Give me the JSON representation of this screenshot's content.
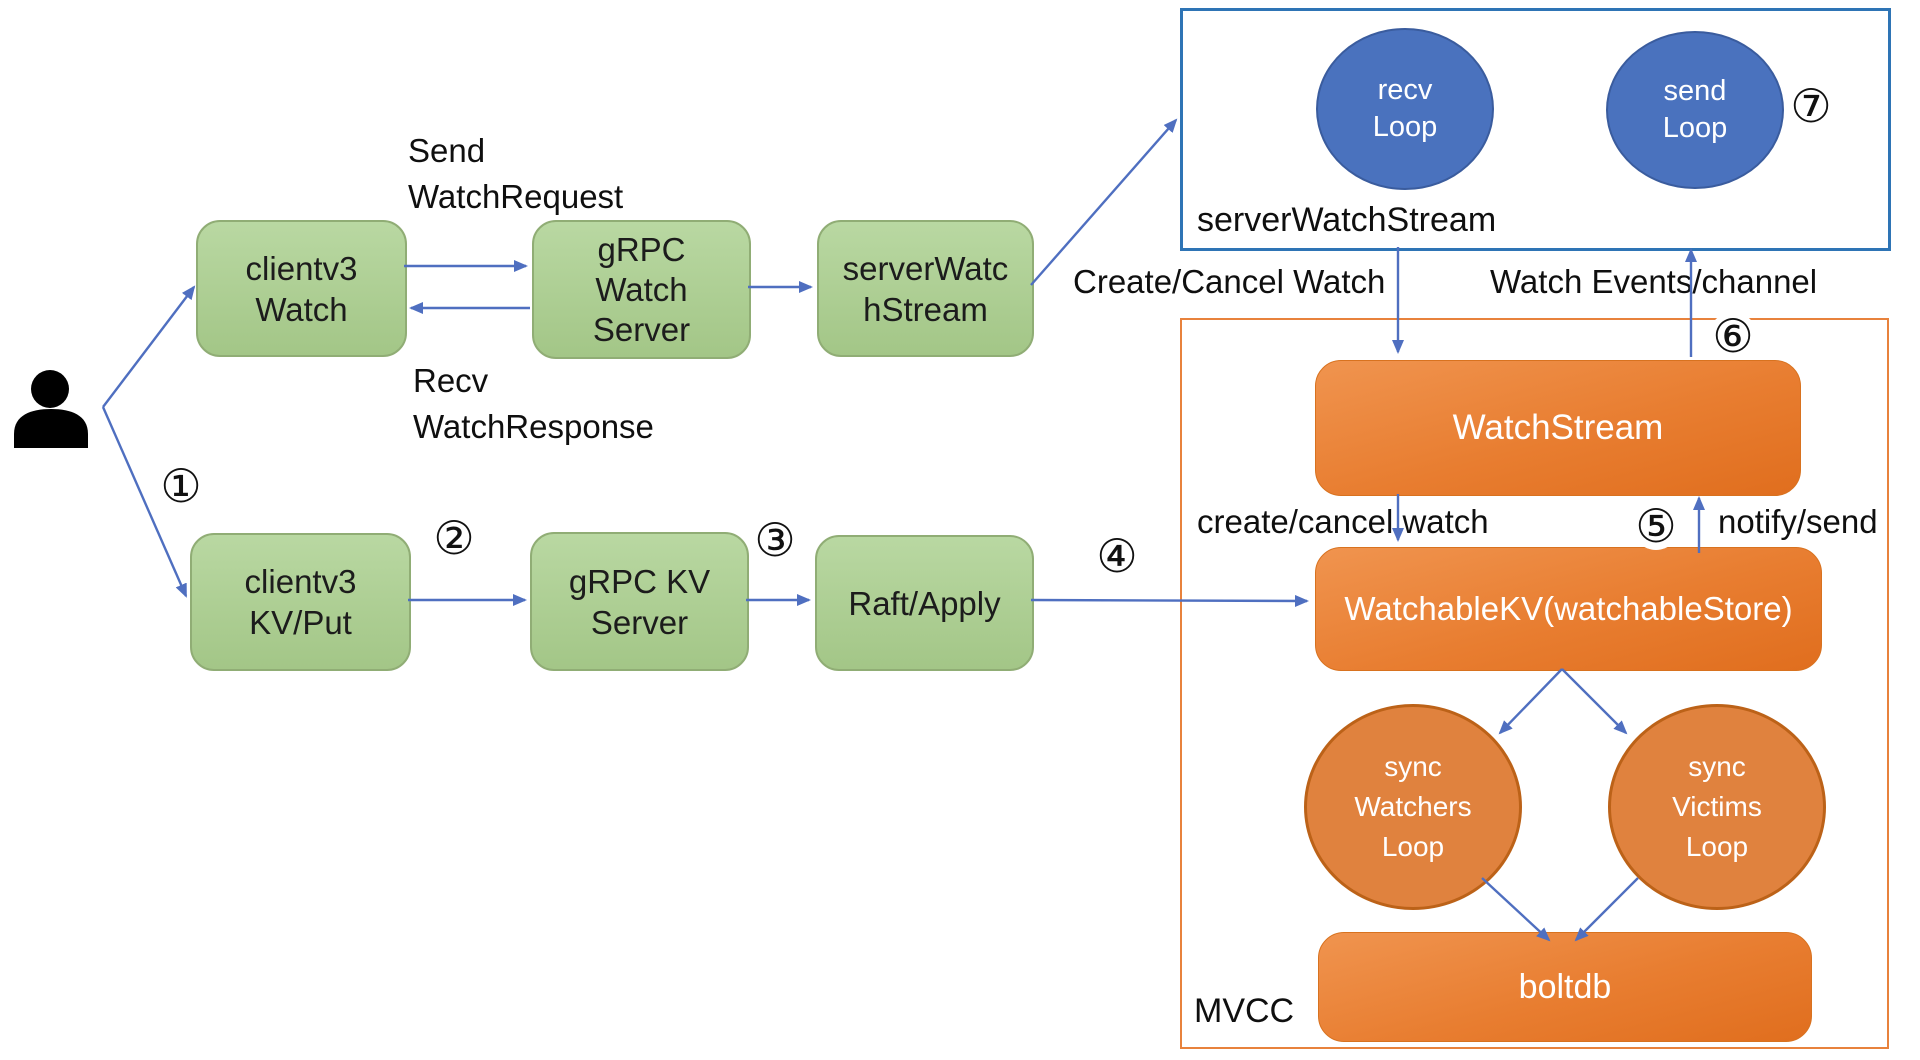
{
  "nodes": {
    "clientv3_watch": {
      "label": "clientv3\nWatch"
    },
    "grpc_watch_server": {
      "label": "gRPC\nWatch\nServer"
    },
    "server_watch_stream": {
      "label": "serverWatc\nhStream"
    },
    "clientv3_kv_put": {
      "label": "clientv3\nKV/Put"
    },
    "grpc_kv_server": {
      "label": "gRPC KV\nServer"
    },
    "raft_apply": {
      "label": "Raft/Apply"
    },
    "recv_loop": {
      "label": "recv\nLoop"
    },
    "send_loop": {
      "label": "send\nLoop"
    },
    "watch_stream": {
      "label": "WatchStream"
    },
    "watchable_kv": {
      "label": "WatchableKV(watchableStore)"
    },
    "sync_watchers_loop": {
      "label": "sync\nWatchers\nLoop"
    },
    "sync_victims_loop": {
      "label": "sync\nVictims\nLoop"
    },
    "boltdb": {
      "label": "boltdb"
    }
  },
  "containers": {
    "server_watch_stream_group": {
      "label": "serverWatchStream"
    },
    "mvcc_group": {
      "label": "MVCC"
    }
  },
  "edge_labels": {
    "send_watch_request": "Send\nWatchRequest",
    "recv_watch_response": "Recv\nWatchResponse",
    "create_cancel_watch_upper": "Create/Cancel Watch",
    "watch_events_channel": "Watch Events/channel",
    "create_cancel_watch_lower": "create/cancel watch",
    "notify_send": "notify/send"
  },
  "step_numbers": [
    "①",
    "②",
    "③",
    "④",
    "⑤",
    "⑥",
    "⑦"
  ],
  "colors": {
    "green_node_fill": "#aecf94",
    "green_node_border": "#90ad75",
    "blue_node_fill": "#4a72be",
    "orange_node_fill": "#e0823e",
    "orange_gradient_top": "#f0944f",
    "orange_gradient_bottom": "#e06e1e",
    "blue_container_border": "#2e74b5",
    "orange_container_border": "#e8823c",
    "arrow": "#4f6fc0",
    "text_dark": "#1a1a1a",
    "text_light": "#ffffff"
  }
}
